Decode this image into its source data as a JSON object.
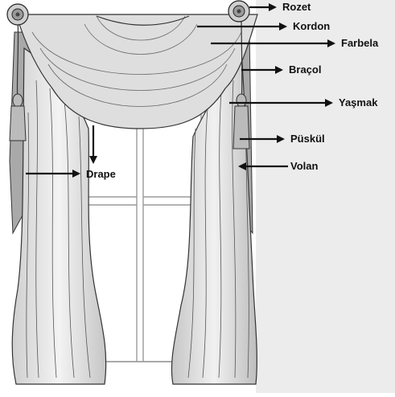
{
  "labels": {
    "rozet": "Rozet",
    "kordon": "Kordon",
    "farbela": "Farbela",
    "bracol": "Braçol",
    "yasmak": "Yaşmak",
    "puskul": "Püskül",
    "volan": "Volan",
    "drape": "Drape"
  },
  "colors": {
    "ink": "#111111",
    "shade_light": "#d9d9d9",
    "shade_mid": "#bdbdbd",
    "shade_dark": "#8c8c8c",
    "right_backdrop": "#e8e8e8"
  }
}
